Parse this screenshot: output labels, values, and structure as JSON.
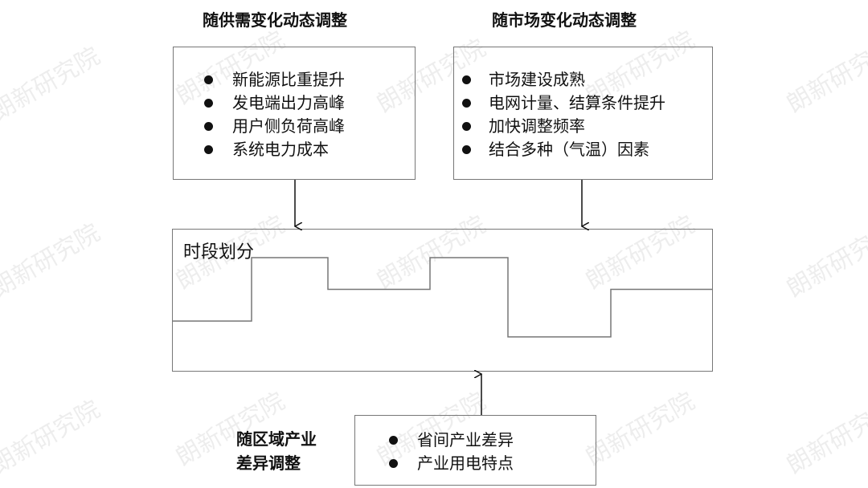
{
  "top_left": {
    "title": "随供需变化动态调整",
    "items": [
      "新能源比重提升",
      "发电端出力高峰",
      "用户侧负荷高峰",
      "系统电力成本"
    ]
  },
  "top_right": {
    "title": "随市场变化动态调整",
    "items": [
      "市场建设成熟",
      "电网计量、结算条件提升",
      "加快调整频率",
      "结合多种（气温）因素"
    ]
  },
  "center": {
    "label": "时段划分",
    "step_levels": [
      1,
      3,
      2,
      3,
      0.5,
      2
    ]
  },
  "bottom": {
    "title_line1": "随区域产业",
    "title_line2": "差异调整",
    "items": [
      "省间产业差异",
      "产业用电特点"
    ]
  },
  "watermark": "朗新研究院"
}
